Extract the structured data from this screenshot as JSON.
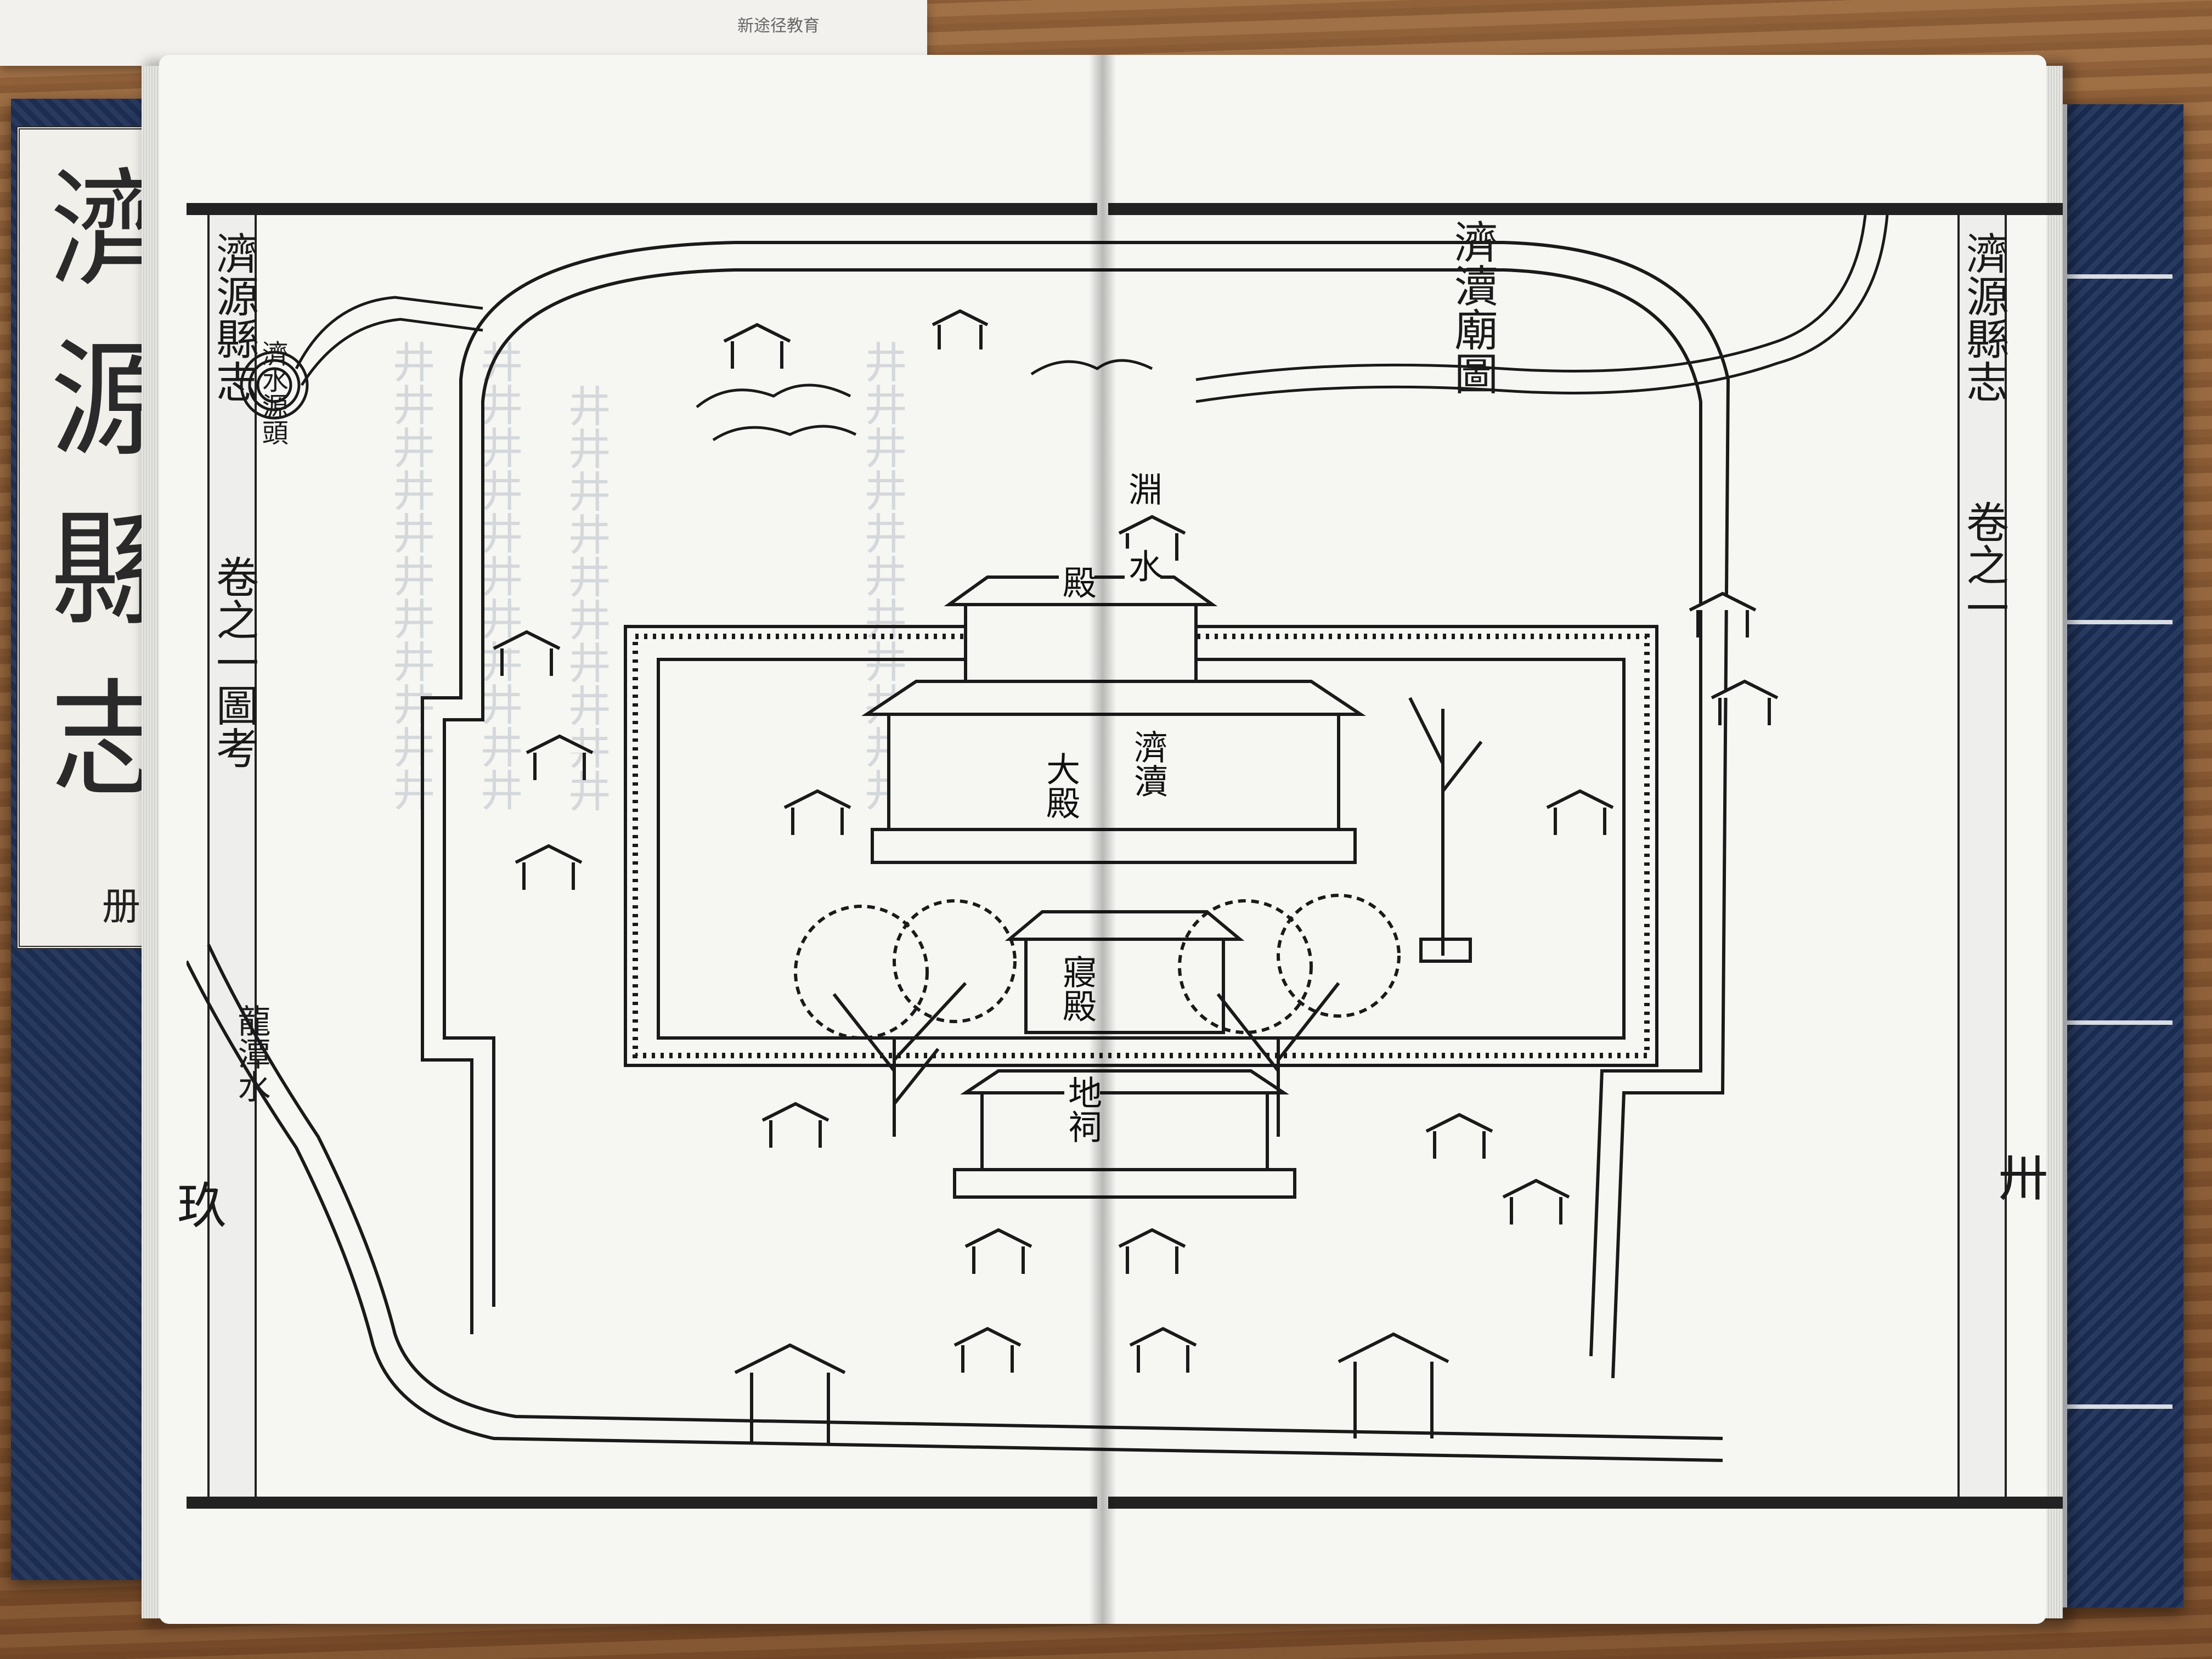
{
  "background": {
    "stack_label": "新途径教育"
  },
  "cover": {
    "title_chars": [
      "濟",
      "源",
      "縣",
      "志"
    ],
    "volume_label": "册上"
  },
  "book": {
    "left_page": {
      "block_title": "濟源縣志",
      "block_subtitle": "卷之一圖考",
      "map_labels": {
        "source": "濟水源頭",
        "river": "龍潭水",
        "hall_main": "大殿",
        "hall_rear": "寢殿",
        "gate": "殿",
        "lower_hall": "地祠",
        "page_number": "玖"
      }
    },
    "right_page": {
      "title": "濟瀆廟圖",
      "block_title": "濟源縣志",
      "block_subtitle": "卷之一",
      "map_labels": {
        "hall_sign": "濟瀆",
        "building_1": "淵",
        "building_2": "水",
        "page_number": "卅"
      }
    }
  },
  "colors": {
    "ink": "#1a1a1a",
    "paper": "#f6f6f3",
    "cover": "#1d2f55",
    "wood": "#8a5a34"
  }
}
